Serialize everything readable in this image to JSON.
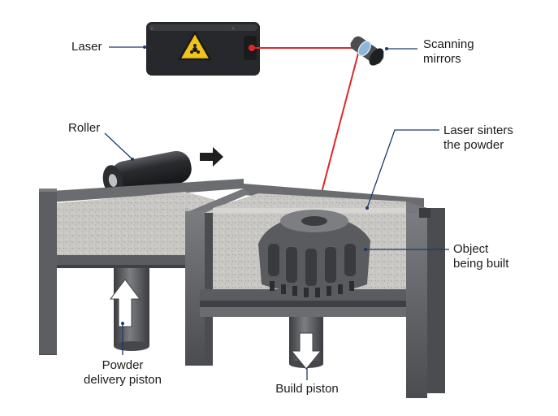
{
  "labels": {
    "laser": "Laser",
    "scanning_mirrors_1": "Scanning",
    "scanning_mirrors_2": "mirrors",
    "roller": "Roller",
    "sinter_1": "Laser sinters",
    "sinter_2": "the powder",
    "object_1": "Object",
    "object_2": "being built",
    "powder_piston_1": "Powder",
    "powder_piston_2": "delivery piston",
    "build_piston": "Build piston"
  },
  "colors": {
    "laser_beam": "#e0262a",
    "leader_line": "#1a3a6b",
    "frame": "#5f6166",
    "frame_dark": "#3e4044",
    "powder": "#c9c8c4",
    "laser_body": "#26282b",
    "warning": "#f2c318"
  },
  "icons": {
    "warning": "laser-warning-icon",
    "direction": "roller-direction-arrow",
    "up": "up-arrow",
    "down": "down-arrow"
  }
}
